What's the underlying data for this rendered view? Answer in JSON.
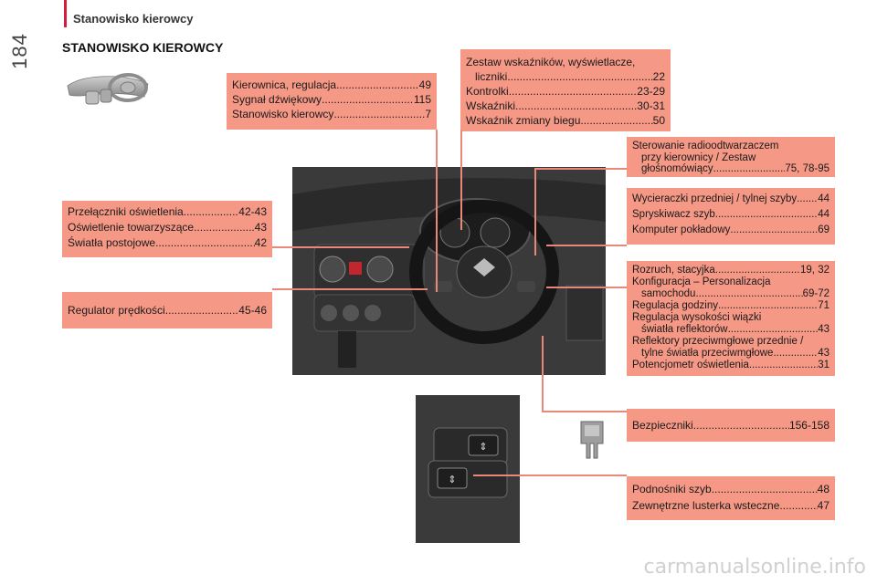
{
  "header": {
    "page_number": "184",
    "section": "Stanowisko kierowcy"
  },
  "title": "STANOWISKO KIEROWCY",
  "boxes": {
    "steering": [
      {
        "label": "Kierownica, regulacja",
        "page": "49"
      },
      {
        "label": "Sygnał dźwiękowy",
        "page": "115"
      },
      {
        "label": "Stanowisko kierowcy",
        "page": "7"
      }
    ],
    "instruments": {
      "first_line": "Zestaw wskaźników, wyświetlacze,",
      "rows": [
        {
          "label": "liczniki",
          "page": "22",
          "indent": true
        },
        {
          "label": "Kontrolki",
          "page": "23-29"
        },
        {
          "label": "Wskaźniki",
          "page": "30-31"
        },
        {
          "label": "Wskaźnik zmiany biegu",
          "page": "50"
        }
      ]
    },
    "radio": {
      "line1": "Sterowanie radioodtwarzaczem",
      "line2": "przy kierownicy / Zestaw",
      "row": {
        "label": "głośnomówiący",
        "page": "75, 78-95"
      }
    },
    "lighting": [
      {
        "label": "Przełączniki oświetlenia",
        "page": "42-43"
      },
      {
        "label": "Oświetlenie towarzyszące",
        "page": "43"
      },
      {
        "label": "Światła postojowe",
        "page": "42"
      }
    ],
    "wipers": [
      {
        "label": "Wycieraczki przedniej / tylnej szyby",
        "page": "44"
      },
      {
        "label": "Spryskiwacz szyb",
        "page": "44"
      },
      {
        "label": "Komputer pokładowy",
        "page": "69"
      }
    ],
    "speed": [
      {
        "label": "Regulator prędkości",
        "page": "45-46"
      }
    ],
    "ignition": {
      "row1": {
        "label": "Rozruch, stacyjka",
        "page": "19, 32"
      },
      "line2": "Konfiguracja – Personalizacja",
      "row3": {
        "label": "samochodu",
        "page": "69-72"
      },
      "row4": {
        "label": "Regulacja godziny",
        "page": "71"
      },
      "line5": "Regulacja wysokości wiązki",
      "row6": {
        "label": "światła reflektorów",
        "page": "43"
      },
      "line7": "Reflektory przeciwmgłowe przednie /",
      "row8": {
        "label": "tylne światła przeciwmgłowe",
        "page": "43"
      },
      "row9": {
        "label": "Potencjometr oświetlenia",
        "page": "31"
      }
    },
    "fuses": [
      {
        "label": "Bezpieczniki",
        "page": "156-158"
      }
    ],
    "windows": [
      {
        "label": "Podnośniki szyb",
        "page": "48"
      },
      {
        "label": "Zewnętrzne lusterka wsteczne",
        "page": "47"
      }
    ]
  },
  "footer": "carmanualsonline.info",
  "colors": {
    "box_fill": "#f69886",
    "accent_bar": "#d21d3c",
    "leader_line": "#e88878"
  },
  "icons": [
    "steering-wheel-icon",
    "fuse-icon"
  ]
}
